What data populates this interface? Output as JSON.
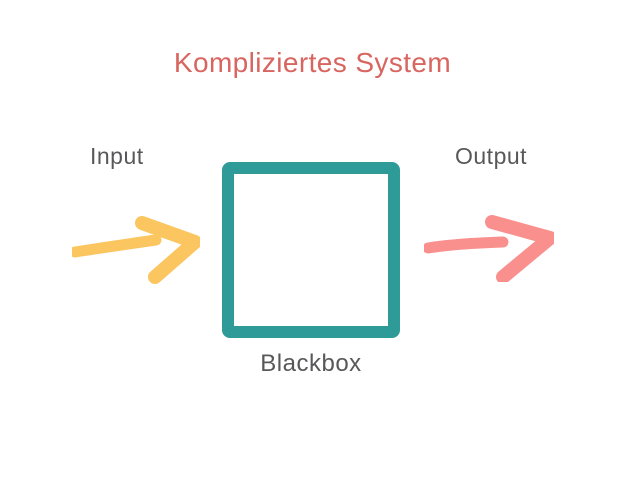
{
  "title": "Kompliziertes System",
  "labels": {
    "input": "Input",
    "output": "Output",
    "blackbox": "Blackbox"
  },
  "colors": {
    "coral": "#d8655f",
    "teal": "#2f9b98",
    "yellow": "#fbc55f",
    "pink": "#f9908e",
    "text": "#58585a",
    "background": "#ffffff"
  }
}
